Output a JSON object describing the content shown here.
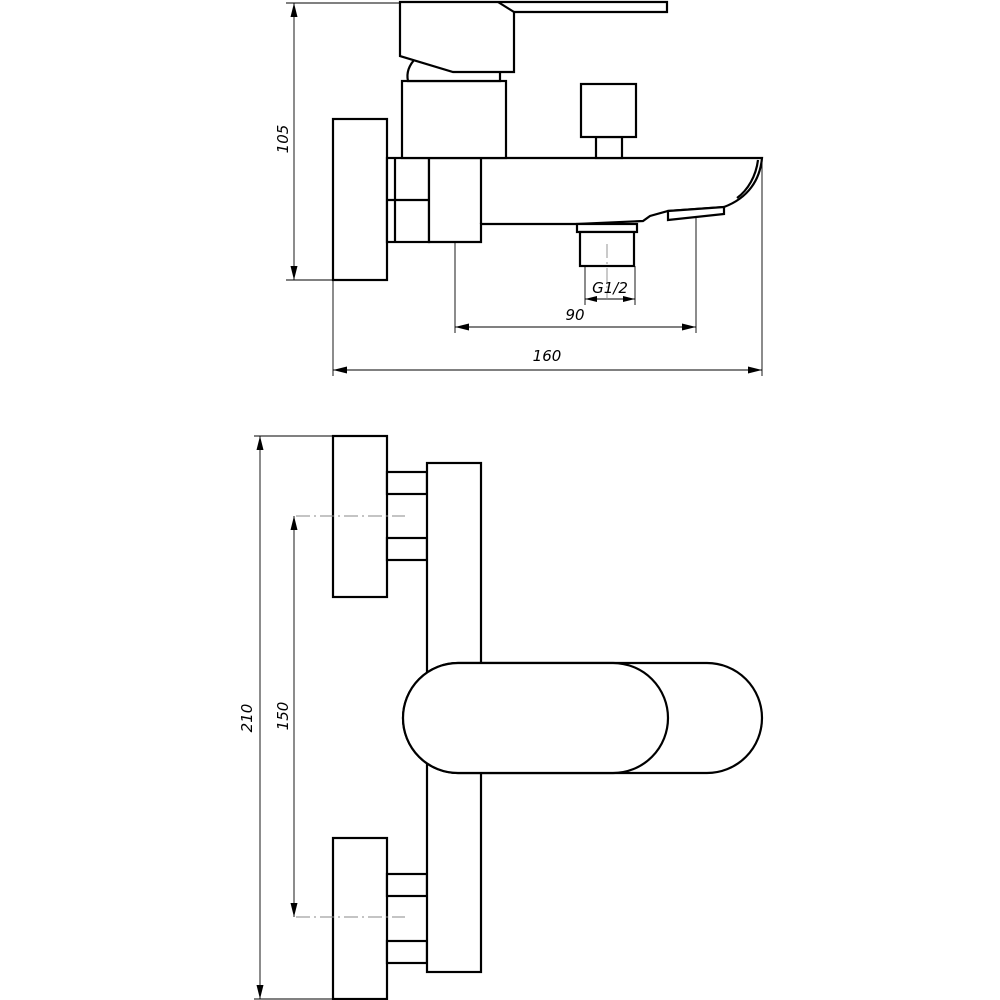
{
  "dimensions": {
    "side_height": "105",
    "outlet_thread": "G1/2",
    "outlet_offset": "90",
    "overall_length": "160",
    "overall_height": "210",
    "inlet_spacing": "150"
  },
  "colors": {
    "line": "#000000",
    "centerline": "#8a8a8a",
    "background": "#ffffff"
  }
}
